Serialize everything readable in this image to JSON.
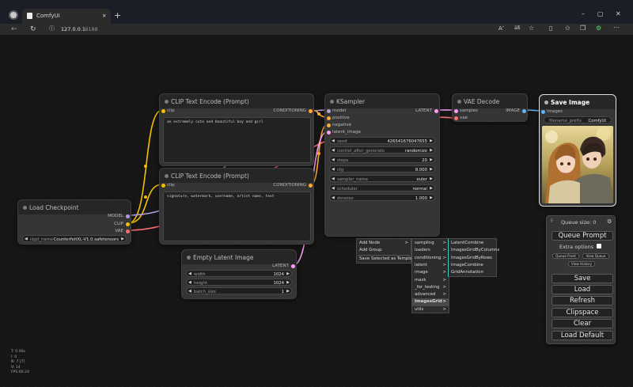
{
  "browser": {
    "tab_title": "ComfyUI",
    "new_tab": "+",
    "url_host": "127.0.0.1",
    "url_port": ":8188",
    "window_controls": {
      "minimize": "–",
      "maximize": "▢",
      "close": "✕"
    },
    "tab_close": "✕",
    "toolbar_icons": [
      "read-aloud-icon",
      "translate-icon",
      "favorite-icon",
      "split-icon",
      "favorites-bar-icon",
      "collections-icon",
      "extension-icon",
      "more-icon"
    ],
    "read_aloud_glyph": "Aʼ",
    "translate_glyph": "äß"
  },
  "nodes": {
    "load_checkpoint": {
      "title": "Load Checkpoint",
      "outputs": [
        "MODEL",
        "CLIP",
        "VAE"
      ],
      "widget_label": "ckpt_name",
      "widget_value": "CounterfeitXL-V1.0.safetensors"
    },
    "clip_pos": {
      "title": "CLIP Text Encode (Prompt)",
      "input": "clip",
      "output": "CONDITIONING",
      "text": "an extremely cute and beautiful boy and girl"
    },
    "clip_neg": {
      "title": "CLIP Text Encode (Prompt)",
      "input": "clip",
      "output": "CONDITIONING",
      "text": "signature, watermark, username, artist name, text"
    },
    "empty_latent": {
      "title": "Empty Latent Image",
      "output": "LATENT",
      "widgets": [
        {
          "label": "width",
          "value": "1024"
        },
        {
          "label": "height",
          "value": "1024"
        },
        {
          "label": "batch_size",
          "value": "1"
        }
      ]
    },
    "ksampler": {
      "title": "KSampler",
      "inputs": [
        "model",
        "positive",
        "negative",
        "latent_image"
      ],
      "output": "LATENT",
      "widgets": [
        {
          "label": "seed",
          "value": "426541676047655"
        },
        {
          "label": "control_after_generate",
          "value": "randomize"
        },
        {
          "label": "steps",
          "value": "20"
        },
        {
          "label": "cfg",
          "value": "8.000"
        },
        {
          "label": "sampler_name",
          "value": "euler"
        },
        {
          "label": "scheduler",
          "value": "normal"
        },
        {
          "label": "denoise",
          "value": "1.000"
        }
      ]
    },
    "vae_decode": {
      "title": "VAE Decode",
      "inputs": [
        "samples",
        "vae"
      ],
      "output": "IMAGE"
    },
    "save_image": {
      "title": "Save Image",
      "input": "images",
      "widget_label": "filename_prefix",
      "widget_value": "ComfyUI"
    }
  },
  "context_menu": {
    "main": [
      "Add Node",
      "Add Group",
      "Save Selected as Template"
    ],
    "categories": [
      "sampling",
      "loaders",
      "conditioning",
      "latent",
      "image",
      "mask",
      "_for_testing",
      "advanced",
      "ImagesGrid",
      "utils"
    ],
    "selected_category": "ImagesGrid",
    "subitems": [
      "LatentCombine",
      "ImagesGridByColumns",
      "ImagesGridByRows",
      "ImageCombine",
      "GridAnnotation"
    ]
  },
  "queue_panel": {
    "queue_size": "Queue size: 0",
    "queue_prompt": "Queue Prompt",
    "extra_options": "Extra options",
    "queue_front": "Queue Front",
    "view_queue": "View Queue",
    "view_history": "View History",
    "buttons": [
      "Save",
      "Load",
      "Refresh",
      "Clipspace",
      "Clear",
      "Load Default"
    ]
  },
  "stats": [
    "T: 0.00s",
    "I: 0",
    "N: 7 [7]",
    "V: 14",
    "FPS:60.24"
  ],
  "colors": {
    "clip": "#f5c000",
    "model": "#b39ddb",
    "vae": "#ff6e6e",
    "latent": "#ff9cf9",
    "conditioning": "#ffa931",
    "image": "#64b5f6"
  }
}
